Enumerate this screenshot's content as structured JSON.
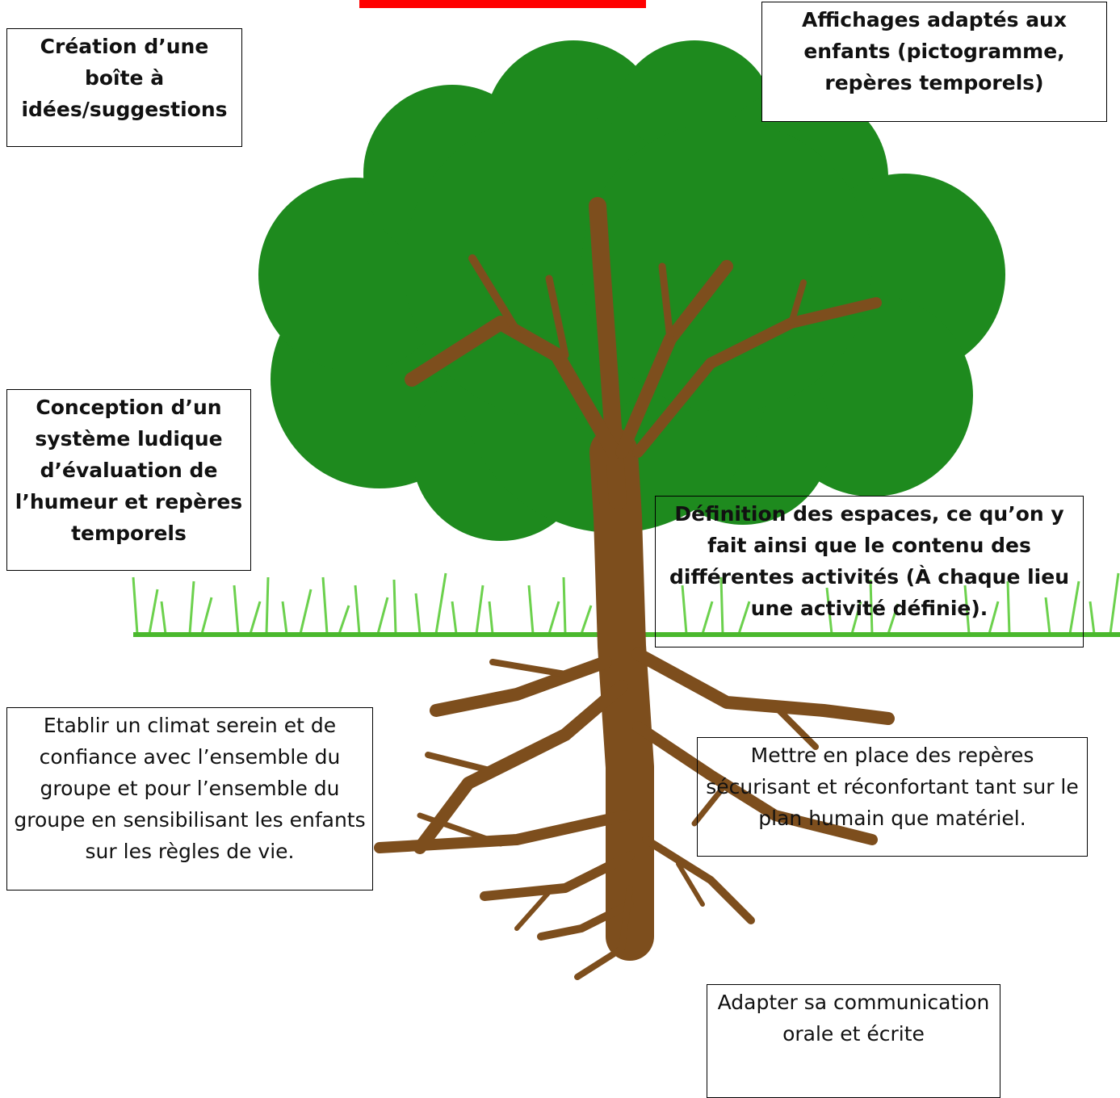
{
  "colors": {
    "canopy": "#1e8a1e",
    "trunk": "#7d4e1d",
    "grass": "#5ccc3a",
    "ground_line": "#4ab82d",
    "title_underline": "#ff0000"
  },
  "labels": {
    "box1": "Création d’une boîte à idées/suggestions",
    "box2": "Affichages adaptés aux enfants (pictogramme, repères temporels)",
    "box3": "Conception d’un système ludique d’évaluation de l’humeur et repères temporels",
    "box4": "Définition des espaces, ce qu’on y fait ainsi que le contenu des différentes activités (À chaque lieu une activité définie).",
    "box5": "Etablir un climat serein et de confiance avec l’ensemble du groupe et pour l’ensemble du groupe en sensibilisant les enfants sur les règles de vie.",
    "box6": "Mettre en place des repères sécurisant et réconfortant tant sur le plan humain que matériel.",
    "box7": "Adapter sa communication orale et écrite"
  }
}
